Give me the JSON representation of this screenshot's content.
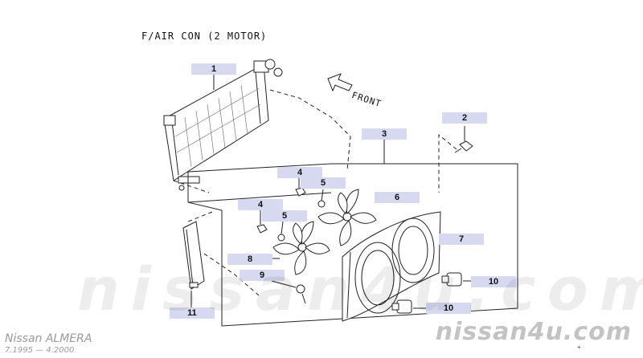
{
  "caption": "F/AIR CON (2 MOTOR)",
  "front_label": "FRONT",
  "callouts": [
    {
      "id": "1",
      "label": "1"
    },
    {
      "id": "2",
      "label": "2"
    },
    {
      "id": "3",
      "label": "3"
    },
    {
      "id": "4a",
      "label": "4"
    },
    {
      "id": "5a",
      "label": "5"
    },
    {
      "id": "6",
      "label": "6"
    },
    {
      "id": "4b",
      "label": "4"
    },
    {
      "id": "5b",
      "label": "5"
    },
    {
      "id": "7",
      "label": "7"
    },
    {
      "id": "8",
      "label": "8"
    },
    {
      "id": "9",
      "label": "9"
    },
    {
      "id": "10a",
      "label": "10"
    },
    {
      "id": "10b",
      "label": "10"
    },
    {
      "id": "11",
      "label": "11"
    }
  ],
  "watermark": "nissan4u.com",
  "brand": "nissan4u.com",
  "model": {
    "name": "Nissan ALMERA",
    "range": "7.1995 — 4.2000"
  },
  "colors": {
    "callout_bg": "#d7d9f0",
    "line": "#222222",
    "watermark": "#c3c3c3",
    "model_text": "#9a9a9a"
  }
}
